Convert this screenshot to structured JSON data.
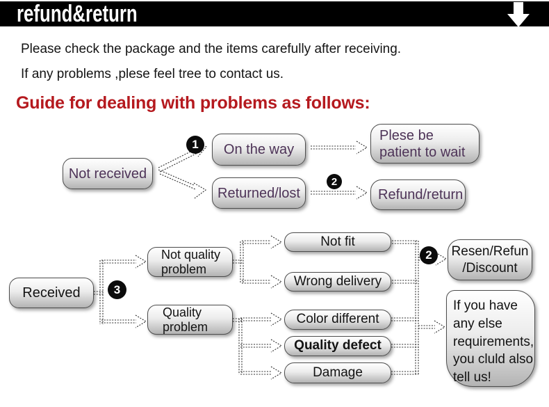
{
  "header": {
    "title": "refund&return",
    "bar_color": "#000000",
    "arrow_icon": "down-arrow"
  },
  "intro": {
    "line1": "Please check the package and the items carefully after receiving.",
    "line2": "If any problems ,plese feel tree to contact us.",
    "heading": "Guide for dealing with problems as follows:",
    "heading_color": "#b5191e"
  },
  "flow1": {
    "not_received": "Not received",
    "on_the_way": "On the way",
    "returned_lost": "Returned/lost",
    "patient_wait": "Plese be\npatient to wait",
    "refund_return": "Refund/return",
    "badge1": "1",
    "badge2": "2",
    "text_color": "#4d3357"
  },
  "flow2": {
    "received": "Received",
    "badge3": "3",
    "not_quality": "Not quality\nproblem",
    "quality": "Quality\nproblem",
    "not_fit": "Not fit",
    "wrong_delivery": "Wrong delivery",
    "color_different": "Color different",
    "quality_defect": "Quality defect",
    "damage": "Damage",
    "badge2": "2",
    "resen_refund": "Resen/Refun\n/Discount",
    "other_requirements": "If you have\nany else\nrequirements,\nyou cluld also\ntell us!"
  }
}
